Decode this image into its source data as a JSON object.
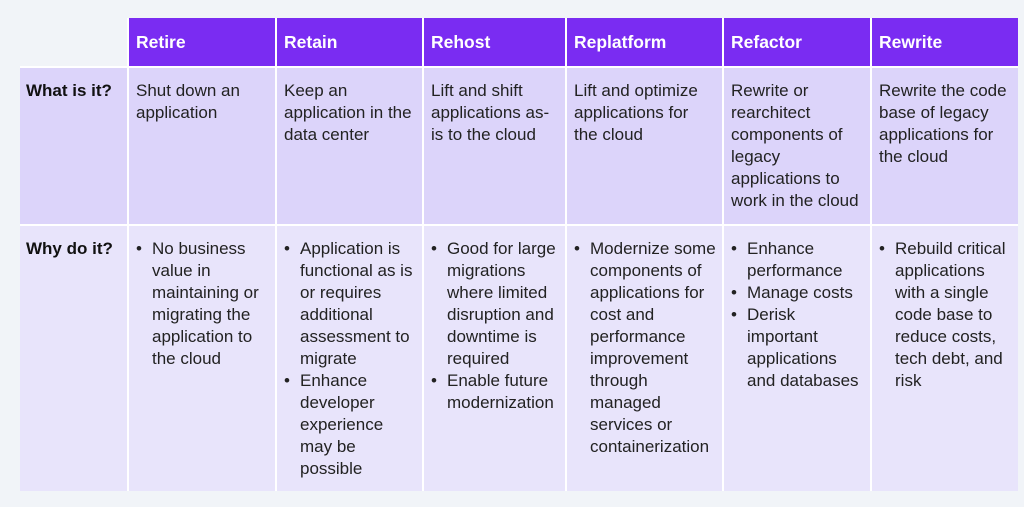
{
  "columns": [
    "Retire",
    "Retain",
    "Rehost",
    "Replatform",
    "Refactor",
    "Rewrite"
  ],
  "rows": {
    "what": {
      "label": "What is it?",
      "cells": [
        "Shut down an application",
        "Keep an application in the data center",
        "Lift and shift applications as-is to the cloud",
        "Lift and optimize applications for the cloud",
        "Rewrite or rearchitect components of legacy applications to work in the cloud",
        "Rewrite the code base of legacy applications for the cloud"
      ]
    },
    "why": {
      "label": "Why do it?",
      "cells": [
        [
          "No business value in maintaining or migrating the application to the cloud"
        ],
        [
          "Application is functional as is or requires additional assessment to migrate",
          "Enhance developer experience may be possible"
        ],
        [
          "Good for large migrations where limited disruption and downtime is required",
          "Enable future modernization"
        ],
        [
          "Modernize some components of applications for cost and performance improvement through managed services or containerization"
        ],
        [
          "Enhance performance",
          "Manage costs",
          "Derisk important applications and databases"
        ],
        [
          "Rebuild critical applications with a single code base to reduce costs, tech debt, and risk"
        ]
      ]
    }
  },
  "colors": {
    "header": "#7a2cf2",
    "row_what": "#dcd4fa",
    "row_why": "#e8e4fb",
    "background": "#f1f4f8"
  }
}
